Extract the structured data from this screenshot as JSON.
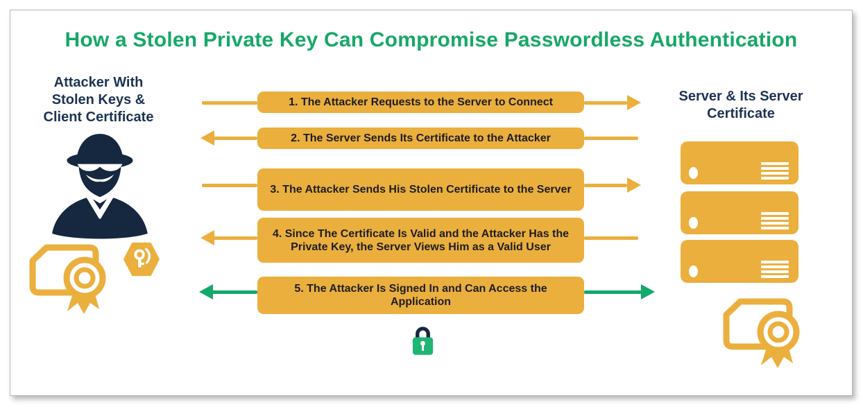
{
  "title": "How a Stolen Private Key Can Compromise Passwordless Authentication",
  "attacker": {
    "lines": [
      "Attacker With",
      "Stolen Keys &",
      "Client Certificate"
    ]
  },
  "server": {
    "lines": [
      "Server & Its Server",
      "Certificate"
    ],
    "unit_count": 3
  },
  "steps": [
    {
      "label": "1. The Attacker Requests to the Server to Connect",
      "direction": "to-server",
      "arrow_color": "#EBAF3E"
    },
    {
      "label": "2. The Server Sends Its Certificate to the Attacker",
      "direction": "to-attacker",
      "arrow_color": "#EBAF3E"
    },
    {
      "label": "3. The Attacker Sends His Stolen Certificate to the Server",
      "direction": "to-server",
      "arrow_color": "#EBAF3E"
    },
    {
      "label": "4. Since The Certificate Is Valid and the Attacker Has the Private Key, the Server Views Him as a Valid User",
      "direction": "to-attacker",
      "arrow_color": "#EBAF3E"
    },
    {
      "label": "5. The Attacker Is Signed In and Can Access the Application",
      "direction": "both",
      "arrow_color": "#12A96B"
    }
  ],
  "icons": {
    "attacker": "spy-icon",
    "client_certificate": "certificate-icon",
    "stolen_key": "key-hexagon-icon",
    "server_rack": "server-rack-icon",
    "server_certificate": "certificate-icon",
    "secure_session": "padlock-icon"
  },
  "colors": {
    "title_green": "#17A768",
    "accent_orange": "#EBAF3E",
    "arrow_green": "#12A96B",
    "navy": "#1C3353",
    "spy_navy": "#152840",
    "lock_green": "#1FB573",
    "step_text": "#1E1E1E"
  }
}
